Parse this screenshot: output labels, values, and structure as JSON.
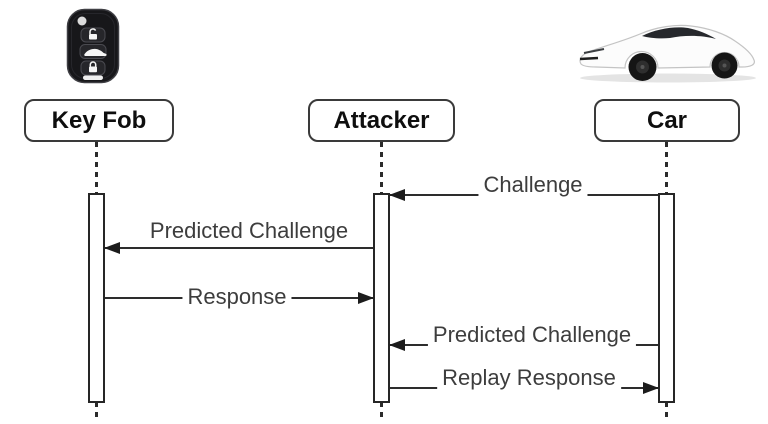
{
  "diagram": {
    "type": "sequence-diagram",
    "topic": "key fob relay/replay attack",
    "participants": [
      {
        "id": "keyfob",
        "label": "Key Fob",
        "icon": "key-fob-remote"
      },
      {
        "id": "attacker",
        "label": "Attacker",
        "icon": null
      },
      {
        "id": "car",
        "label": "Car",
        "icon": "white-sports-car"
      }
    ],
    "messages": [
      {
        "label": "Challenge",
        "from": "Car",
        "to": "Attacker",
        "direction": "left"
      },
      {
        "label": "Predicted Challenge",
        "from": "Attacker",
        "to": "Key Fob",
        "direction": "left"
      },
      {
        "label": "Response",
        "from": "Key Fob",
        "to": "Attacker",
        "direction": "right"
      },
      {
        "label": "Predicted Challenge",
        "from": "Car",
        "to": "Attacker",
        "direction": "left"
      },
      {
        "label": "Replay Response",
        "from": "Attacker",
        "to": "Car",
        "direction": "right"
      }
    ],
    "colors": {
      "background": "#ffffff",
      "message_line": "#2d2d2d",
      "message_text": "#3d3d3d",
      "box_border": "#3a3a3a",
      "box_text": "#0e0e0e",
      "arrowhead": "#1c1c1c"
    }
  }
}
